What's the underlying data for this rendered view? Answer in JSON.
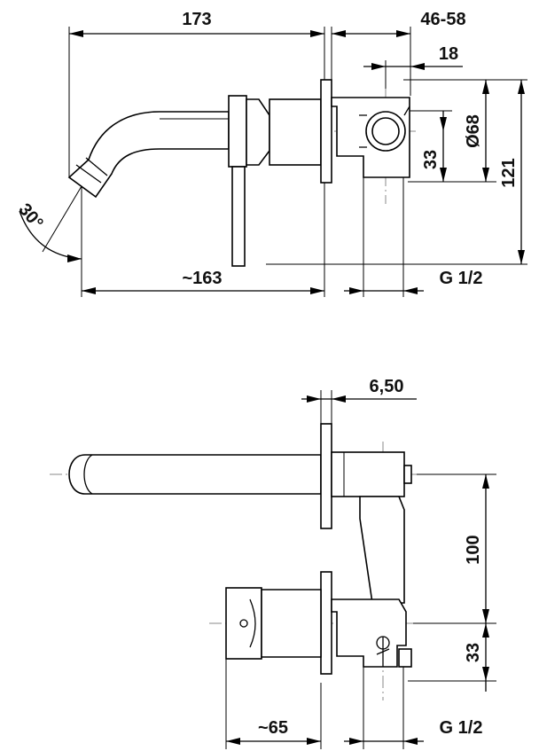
{
  "top_view": {
    "overall_length": "173",
    "wall_range": "46-58",
    "body_offset": "18",
    "diameter": "Ø68",
    "height": "121",
    "axis_offset": "33",
    "angle": "30°",
    "spout_reach": "~163",
    "connection": "G 1/2"
  },
  "front_view": {
    "plate_thickness": "6,50",
    "spout_to_lever": "100",
    "axis_offset": "33",
    "body_depth": "~65",
    "connection": "G 1/2"
  }
}
